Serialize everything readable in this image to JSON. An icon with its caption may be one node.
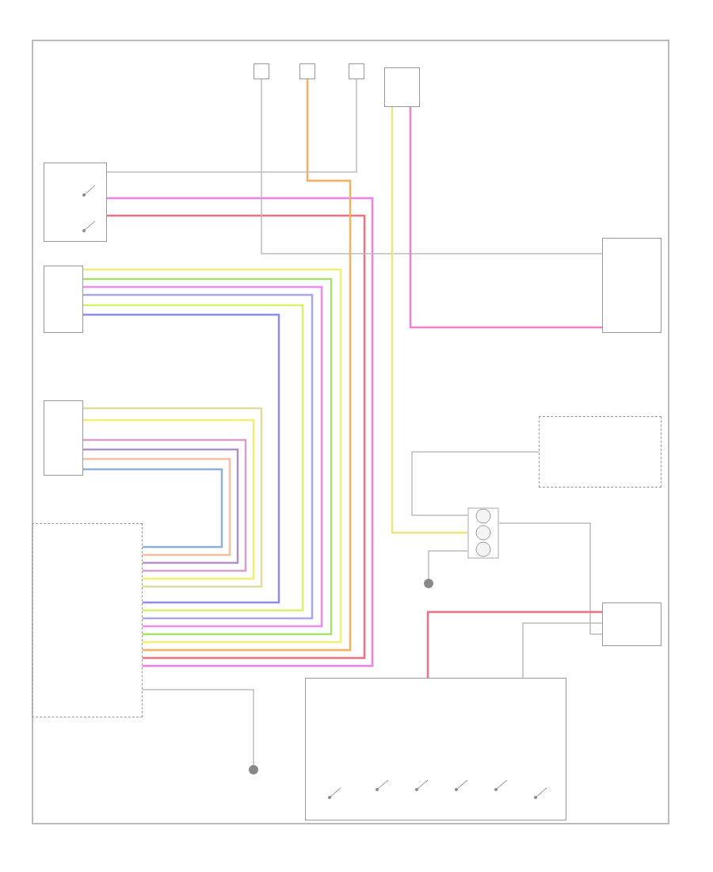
{
  "diagram": {
    "nodes": [
      {
        "text": [],
        "shape": "box"
      },
      {
        "text": [],
        "shape": "box"
      },
      {
        "text": [],
        "shape": "box"
      },
      {
        "text": [],
        "shape": "box"
      },
      {
        "text": [],
        "shape": "box"
      },
      {
        "text": [],
        "shape": "box"
      },
      {
        "text": [],
        "shape": "box"
      },
      {
        "text": [],
        "shape": "box"
      },
      {
        "text": [],
        "shape": "box"
      },
      {
        "text": [],
        "shape": "box"
      },
      {
        "text": [],
        "shape": "box"
      },
      {
        "text": [],
        "shape": "box"
      },
      {
        "text": [],
        "shape": "circle"
      },
      {
        "text": [],
        "shape": "circle"
      },
      {
        "text": [],
        "shape": "box"
      }
    ],
    "edges": [
      {
        "from": 1,
        "to": 3,
        "arrow": "none",
        "color": "#f2ee78"
      },
      {
        "from": 1,
        "to": 3,
        "arrow": "none",
        "color": "#a8e070"
      },
      {
        "from": 1,
        "to": 3,
        "arrow": "none",
        "color": "#f08cf0"
      },
      {
        "from": 1,
        "to": 3,
        "arrow": "none",
        "color": "#a8a8f0"
      },
      {
        "from": 1,
        "to": 3,
        "arrow": "none",
        "color": "#d8f070"
      },
      {
        "from": 1,
        "to": 3,
        "arrow": "none",
        "color": "#8c8cf0"
      },
      {
        "from": 2,
        "to": 3,
        "arrow": "none",
        "color": "#e0dca0"
      },
      {
        "from": 2,
        "to": 3,
        "arrow": "none",
        "color": "#f0f070"
      },
      {
        "from": 2,
        "to": 3,
        "arrow": "none",
        "color": "#d8a0c8"
      },
      {
        "from": 2,
        "to": 3,
        "arrow": "none",
        "color": "#b090c8"
      },
      {
        "from": 2,
        "to": 3,
        "arrow": "none",
        "color": "#f8c0a0"
      },
      {
        "from": 2,
        "to": 3,
        "arrow": "none",
        "color": "#8cb0d8"
      },
      {
        "from": 0,
        "to": 3,
        "arrow": "none",
        "color": "#f080e8"
      },
      {
        "from": 0,
        "to": 3,
        "arrow": "none",
        "color": "#f07080"
      },
      {
        "from": 5,
        "to": 3,
        "arrow": "none",
        "color": "#f8b060"
      },
      {
        "from": 4,
        "to": 8,
        "arrow": "none"
      },
      {
        "from": 7,
        "to": 8,
        "arrow": "none",
        "color": "#f080d0"
      },
      {
        "from": 7,
        "to": 9,
        "arrow": "none",
        "color": "#e8e880"
      },
      {
        "from": 0,
        "to": 6,
        "arrow": "none"
      },
      {
        "from": 9,
        "to": 10,
        "arrow": "none"
      },
      {
        "from": 11,
        "to": 10,
        "arrow": "none",
        "color": "#f07080"
      },
      {
        "from": 11,
        "to": 10,
        "arrow": "none"
      },
      {
        "from": 9,
        "to": 13,
        "arrow": "none"
      },
      {
        "from": 3,
        "to": 12,
        "arrow": "none"
      },
      {
        "from": 14,
        "to": 9,
        "arrow": "none"
      }
    ]
  }
}
